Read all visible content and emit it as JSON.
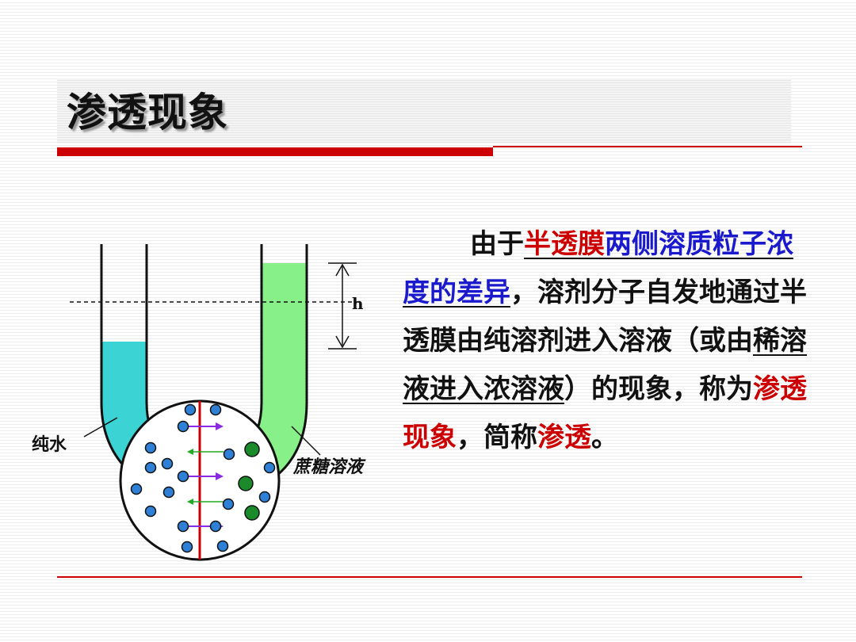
{
  "slide": {
    "title": "渗透现象"
  },
  "diagram": {
    "label_pure_water": "纯水",
    "label_sucrose_solution": "蔗糖溶液",
    "label_height": "h",
    "colors": {
      "pure_water": "#3bd3d3",
      "sucrose_solution": "#88f088",
      "membrane": "#cc0000",
      "solvent_particle": "#2e7fd6",
      "solute_particle": "#1a8a2a",
      "arrow_right": "#8a2be2",
      "arrow_left": "#22aa22"
    }
  },
  "text": {
    "seg_1": "由于",
    "seg_2": "半透膜",
    "seg_3": "两侧溶质粒子浓度的差异",
    "seg_4": "，溶剂分子自发地通过半透膜由纯溶剂进入溶液（或由",
    "seg_5": "稀溶液进入浓溶液",
    "seg_6": "）的现象，称为",
    "seg_7": "渗透现象",
    "seg_8": "，简称",
    "seg_9": "渗透",
    "seg_10": "。"
  },
  "colors": {
    "accent_red": "#cc0000",
    "accent_blue": "#1a1acc",
    "text": "#111111"
  }
}
